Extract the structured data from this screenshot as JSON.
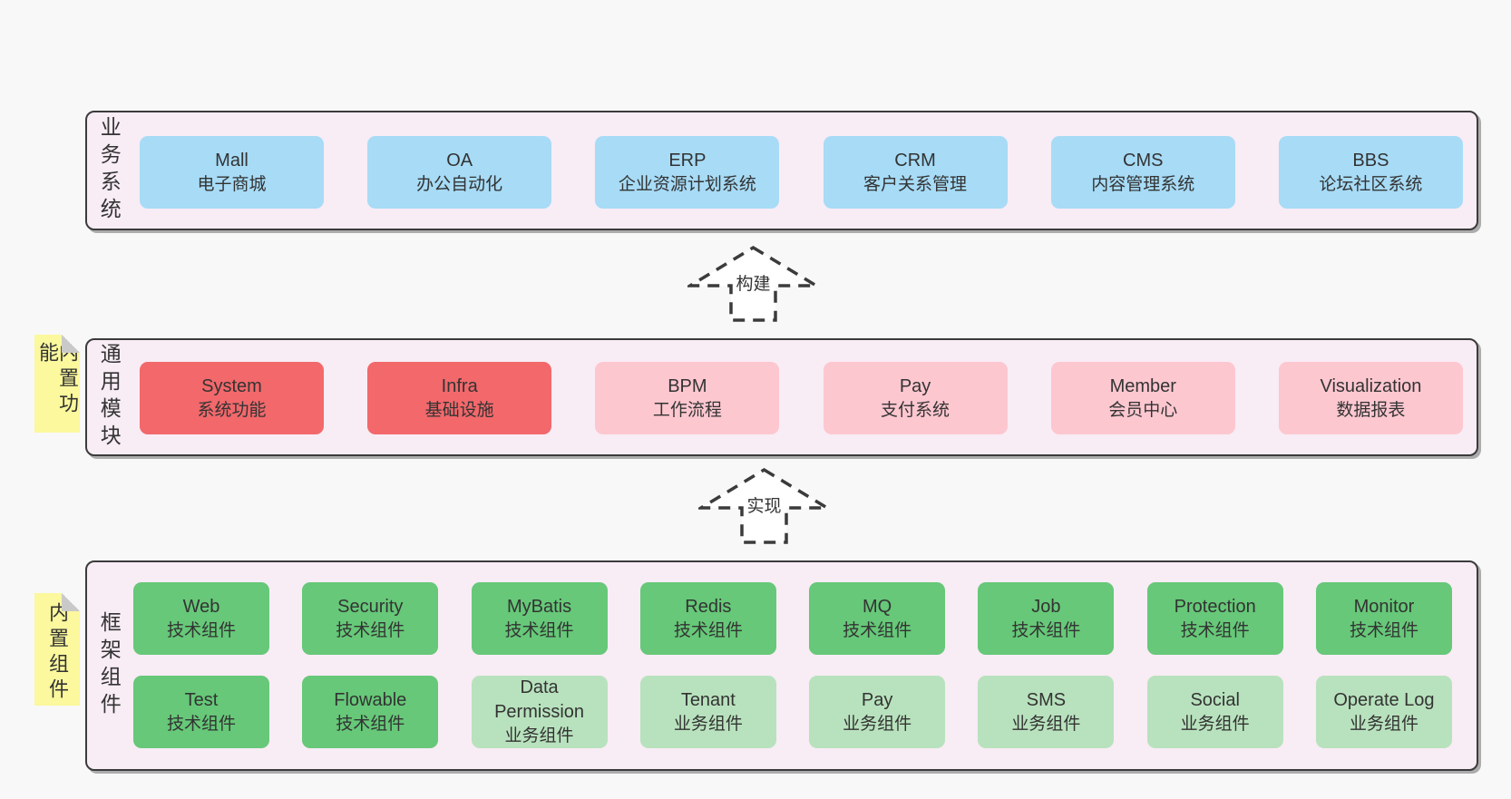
{
  "diagram": {
    "arrows": {
      "build": "构建",
      "implement": "实现"
    },
    "sections": {
      "business": {
        "label": "业务系统",
        "boxes": [
          {
            "title": "Mall",
            "subtitle": "电子商城"
          },
          {
            "title": "OA",
            "subtitle": "办公自动化"
          },
          {
            "title": "ERP",
            "subtitle": "企业资源计划系统"
          },
          {
            "title": "CRM",
            "subtitle": "客户关系管理"
          },
          {
            "title": "CMS",
            "subtitle": "内容管理系统"
          },
          {
            "title": "BBS",
            "subtitle": "论坛社区系统"
          }
        ]
      },
      "modules": {
        "sticky": "内置功能",
        "label": "通用模块",
        "boxes": [
          {
            "title": "System",
            "subtitle": "系统功能",
            "variant": "red"
          },
          {
            "title": "Infra",
            "subtitle": "基础设施",
            "variant": "red"
          },
          {
            "title": "BPM",
            "subtitle": "工作流程",
            "variant": "pink"
          },
          {
            "title": "Pay",
            "subtitle": "支付系统",
            "variant": "pink"
          },
          {
            "title": "Member",
            "subtitle": "会员中心",
            "variant": "pink"
          },
          {
            "title": "Visualization",
            "subtitle": "数据报表",
            "variant": "pink"
          }
        ]
      },
      "framework": {
        "sticky": "内置组件",
        "label": "框架组件",
        "row1": [
          {
            "title": "Web",
            "subtitle": "技术组件",
            "variant": "green"
          },
          {
            "title": "Security",
            "subtitle": "技术组件",
            "variant": "green"
          },
          {
            "title": "MyBatis",
            "subtitle": "技术组件",
            "variant": "green"
          },
          {
            "title": "Redis",
            "subtitle": "技术组件",
            "variant": "green"
          },
          {
            "title": "MQ",
            "subtitle": "技术组件",
            "variant": "green"
          },
          {
            "title": "Job",
            "subtitle": "技术组件",
            "variant": "green"
          },
          {
            "title": "Protection",
            "subtitle": "技术组件",
            "variant": "green"
          },
          {
            "title": "Monitor",
            "subtitle": "技术组件",
            "variant": "green"
          }
        ],
        "row2": [
          {
            "title": "Test",
            "subtitle": "技术组件",
            "variant": "green"
          },
          {
            "title": "Flowable",
            "subtitle": "技术组件",
            "variant": "green"
          },
          {
            "title": "Data Permission",
            "subtitle": "业务组件",
            "variant": "lightgreen"
          },
          {
            "title": "Tenant",
            "subtitle": "业务组件",
            "variant": "lightgreen"
          },
          {
            "title": "Pay",
            "subtitle": "业务组件",
            "variant": "lightgreen"
          },
          {
            "title": "SMS",
            "subtitle": "业务组件",
            "variant": "lightgreen"
          },
          {
            "title": "Social",
            "subtitle": "业务组件",
            "variant": "lightgreen"
          },
          {
            "title": "Operate Log",
            "subtitle": "业务组件",
            "variant": "lightgreen"
          }
        ]
      }
    },
    "colors": {
      "page_bg": "#f8f8f8",
      "panel_bg": "#f8ecf5",
      "panel_border": "#3b3b3b",
      "blue": "#a7dbf6",
      "red": "#f2686b",
      "pink": "#fdc7d0",
      "green": "#66c878",
      "light_green": "#b8e2bd",
      "sticky_yellow": "#fbf89d",
      "fold_gray": "#c9c9c9",
      "text": "#333333"
    }
  }
}
